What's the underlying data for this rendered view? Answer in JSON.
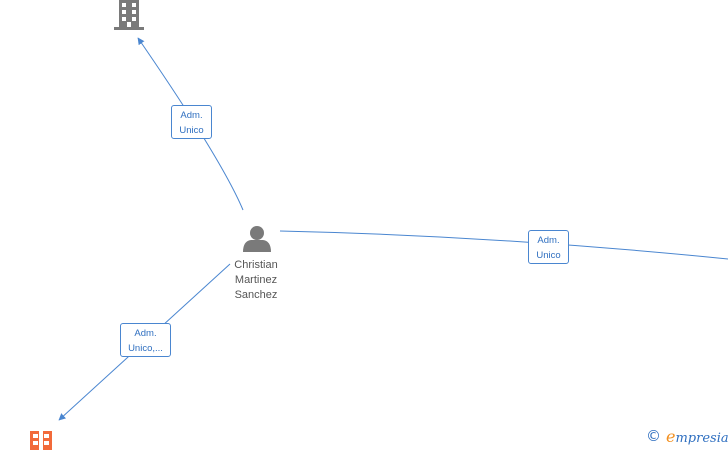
{
  "diagram": {
    "person": {
      "name": "Christian\nMartinez\nSanchez",
      "icon": "person-icon"
    },
    "companies": [
      {
        "icon": "building-icon",
        "color": "#777777"
      },
      {
        "icon": "building-icon",
        "color": "#f26a3a"
      }
    ],
    "edges": [
      {
        "label": "Adm.\nUnico"
      },
      {
        "label": "Adm.\nUnico"
      },
      {
        "label": "Adm.\nUnico,..."
      }
    ],
    "line_color": "#4a86d0"
  },
  "watermark": {
    "copyright_symbol": "©",
    "brand_first_letter": "e",
    "brand_rest": "mpresia",
    "colors": {
      "copyright": "#2f6fc0",
      "brand": "#2f6fc0",
      "brand_e": "#f39020"
    }
  }
}
